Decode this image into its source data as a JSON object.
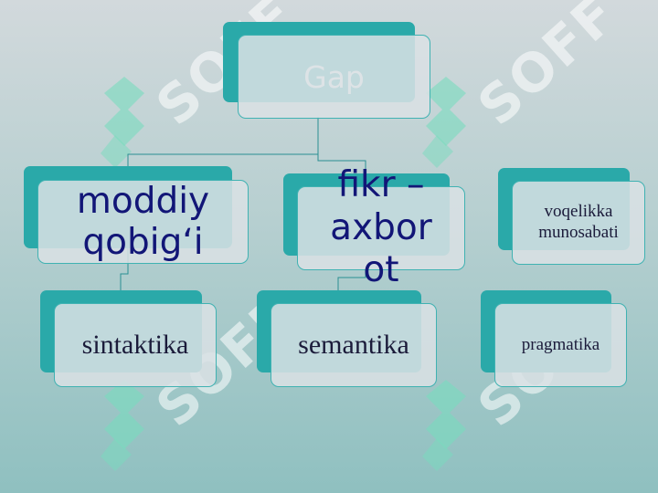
{
  "diagram": {
    "root": {
      "label": "Gap"
    },
    "level1": [
      {
        "label": "moddiy qobig‘i"
      },
      {
        "label": "fikr – axbor ot"
      },
      {
        "label": "voqelikka munosabati"
      }
    ],
    "level2": [
      {
        "label": "sintaktika"
      },
      {
        "label": "semantika"
      },
      {
        "label": "pragmatika"
      }
    ]
  },
  "watermark": {
    "text": "SOFF"
  },
  "colors": {
    "node_accent": "#2aa9a9",
    "node_fill": "#dae1e4",
    "text_primary": "#121677",
    "root_text": "#dde3e6"
  }
}
